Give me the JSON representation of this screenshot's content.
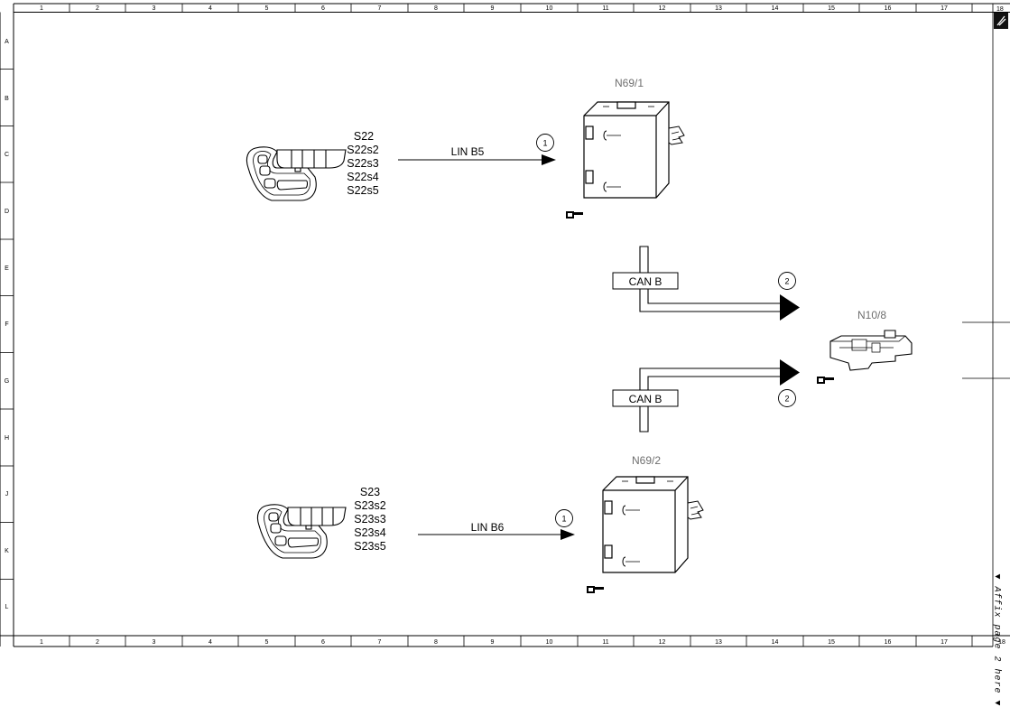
{
  "grid": {
    "columns": [
      "1",
      "2",
      "3",
      "4",
      "5",
      "6",
      "7",
      "8",
      "9",
      "10",
      "11",
      "12",
      "13",
      "14",
      "15",
      "16",
      "17",
      "18"
    ],
    "rows": [
      "A",
      "B",
      "C",
      "D",
      "E",
      "F",
      "G",
      "H",
      "J",
      "K",
      "L"
    ]
  },
  "components": {
    "s22_group": [
      "S22",
      "S22s2",
      "S22s3",
      "S22s4",
      "S22s5"
    ],
    "s23_group": [
      "S23",
      "S23s2",
      "S23s3",
      "S23s4",
      "S23s5"
    ],
    "module_top": "N69/1",
    "module_bottom": "N69/2",
    "module_right": "N10/8"
  },
  "buses": {
    "lin_top": "LIN B5",
    "lin_bottom": "LIN B6",
    "can_top": "CAN B",
    "can_bottom": "CAN B"
  },
  "markers": {
    "lin_top": "1",
    "lin_bottom": "1",
    "can_top": "2",
    "can_bottom": "2"
  },
  "footer": {
    "affix_note": "▼ Affix page 2 here ▼"
  },
  "icons": [
    "seat-switch-icon",
    "control-module-icon",
    "connector-icon",
    "pointing-hand-icon",
    "corner-logo-icon"
  ]
}
